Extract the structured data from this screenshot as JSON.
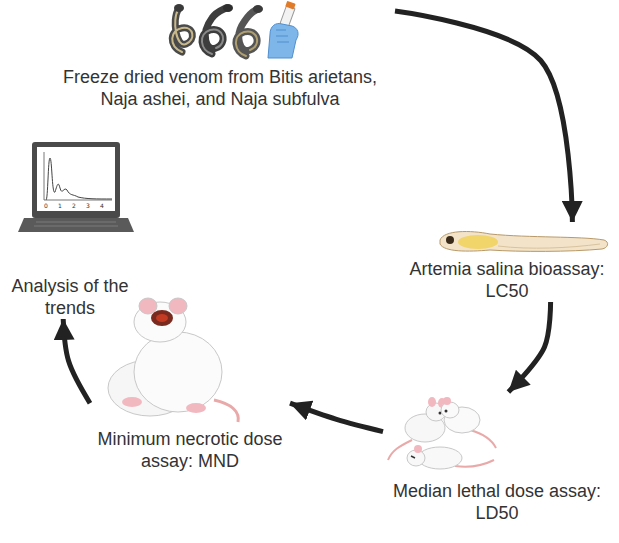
{
  "diagram": {
    "nodes": [
      {
        "text": [
          "Freeze dried venom from Bitis arietans, Naja ashei, and Naja subfulva"
        ]
      },
      {
        "text": [
          "Artemia salina bioassay: LC50"
        ]
      },
      {
        "text": [
          "Median lethal dose assay: LD50"
        ]
      },
      {
        "text": [
          "Minimum necrotic dose assay: MND"
        ]
      },
      {
        "text": [
          "Analysis of the trends"
        ]
      }
    ],
    "edges": [
      {
        "from": 0,
        "to": 1,
        "arrow": "to"
      },
      {
        "from": 1,
        "to": 2,
        "arrow": "to"
      },
      {
        "from": 2,
        "to": 3,
        "arrow": "to"
      },
      {
        "from": 3,
        "to": 4,
        "arrow": "to"
      }
    ],
    "labels": [
      "0",
      "1",
      "2",
      "3",
      "4"
    ]
  }
}
